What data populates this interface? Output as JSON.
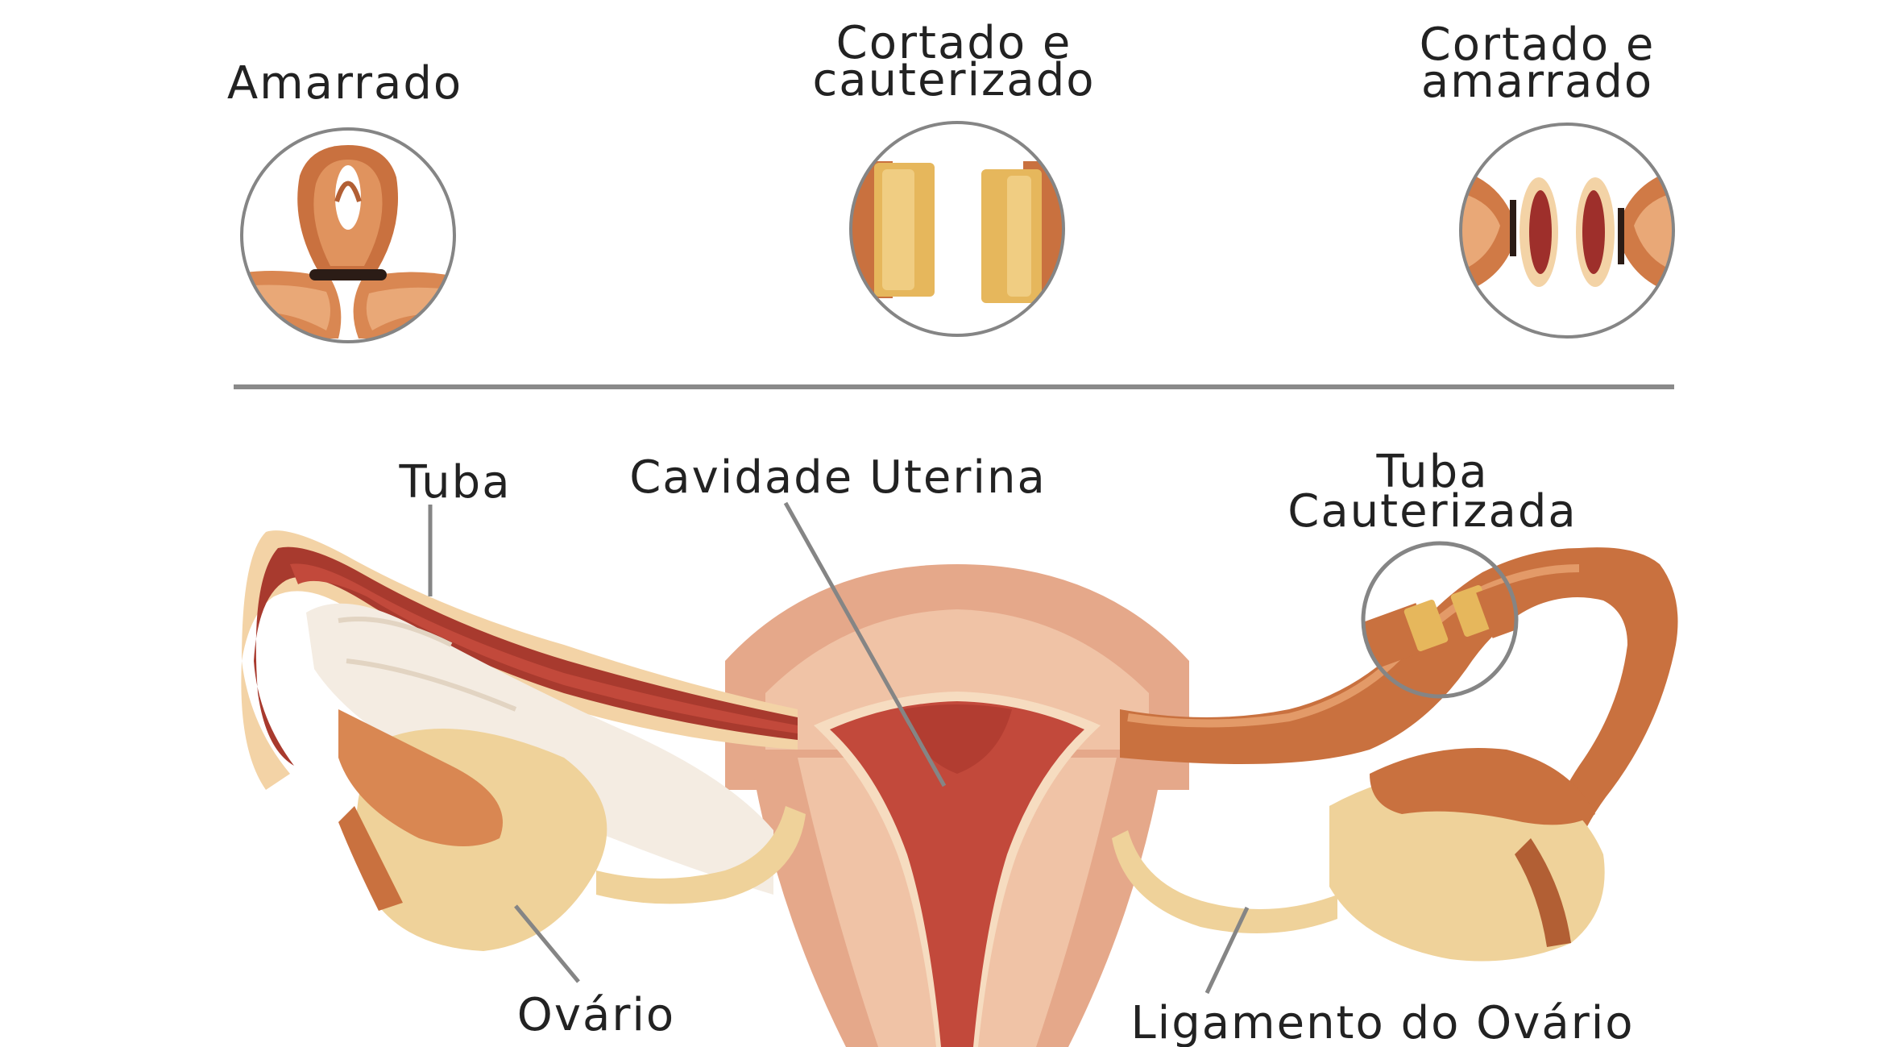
{
  "top_labels": {
    "tied": "Amarrado",
    "cut_cauterized_line1": "Cortado e",
    "cut_cauterized_line2": "cauterizado",
    "cut_tied_line1": "Cortado e",
    "cut_tied_line2": "amarrado"
  },
  "anatomy_labels": {
    "tube": "Tuba",
    "uterine_cavity": "Cavidade Uterina",
    "cauterized_tube_line1": "Tuba",
    "cauterized_tube_line2": "Cauterizada",
    "ovary": "Ovário",
    "ovary_ligament": "Ligamento do Ovário"
  },
  "colors": {
    "tube_orange": "#c9713f",
    "tube_light": "#e39a68",
    "cavity_red": "#c2493b",
    "uterus_wall": "#e5a88a",
    "uterus_pale": "#f0c3a6",
    "ovary_yellow": "#efd29a",
    "cut_yellow": "#e6b75c",
    "circle_gray": "#858585",
    "divider": "#8a8a8a",
    "fringe_white": "#f4ece2"
  }
}
